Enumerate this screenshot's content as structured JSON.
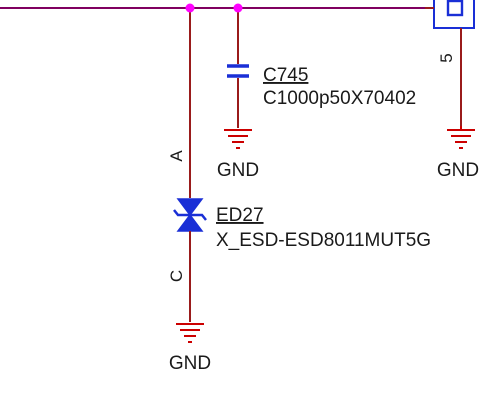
{
  "colors": {
    "net_wire": "#800060",
    "component_wire": "#9a1b1b",
    "component": "#1a2fd6",
    "ground": "#cc0000",
    "junction": "#ff00ff",
    "text": "#1a1a1a"
  },
  "capacitor": {
    "ref": "C745",
    "value": "C1000p50X70402"
  },
  "diode": {
    "ref": "ED27",
    "value": "X_ESD-ESD8011MUT5G",
    "pin_anode": "A",
    "pin_cathode": "C"
  },
  "connector": {
    "pin_label": "5"
  },
  "ground_labels": {
    "capacitor": "GND",
    "connector": "GND",
    "diode": "GND"
  },
  "icons": [
    "ground-symbol-icon",
    "capacitor-icon",
    "tvs-diode-icon",
    "junction-dot-icon",
    "connector-pin-icon"
  ]
}
